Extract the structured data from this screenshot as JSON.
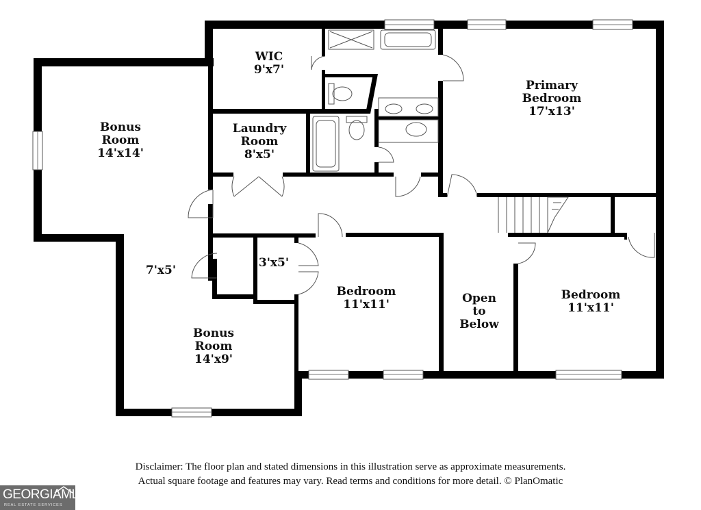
{
  "rooms": {
    "wic": {
      "name": "WIC",
      "size": "9'x7'"
    },
    "primary_bedroom": {
      "name_line1": "Primary",
      "name_line2": "Bedroom",
      "size": "17'x13'"
    },
    "bonus_room_1": {
      "name_line1": "Bonus",
      "name_line2": "Room",
      "size": "14'x14'"
    },
    "laundry_room": {
      "name_line1": "Laundry",
      "name_line2": "Room",
      "size": "8'x5'"
    },
    "closet_hall": {
      "size": "7'x5'"
    },
    "closet_small": {
      "size": "3'x5'"
    },
    "bedroom_2": {
      "name": "Bedroom",
      "size": "11'x11'"
    },
    "open_to_below": {
      "line1": "Open",
      "line2": "to",
      "line3": "Below"
    },
    "bedroom_3": {
      "name": "Bedroom",
      "size": "11'x11'"
    },
    "bonus_room_2": {
      "name_line1": "Bonus",
      "name_line2": "Room",
      "size": "14'x9'"
    }
  },
  "disclaimer": {
    "line1": "Disclaimer: The floor plan and stated dimensions in this illustration serve as approximate measurements.",
    "line2": "Actual square footage and features may vary. Read terms and conditions for more detail. © PlanOmatic"
  },
  "logo": {
    "main": "GEORGIAMLS",
    "sub": "REAL ESTATE SERVICES",
    "background": "#6c6c6c"
  },
  "colors": {
    "wall": "#000000",
    "fixture": "#555555",
    "background": "#ffffff"
  }
}
